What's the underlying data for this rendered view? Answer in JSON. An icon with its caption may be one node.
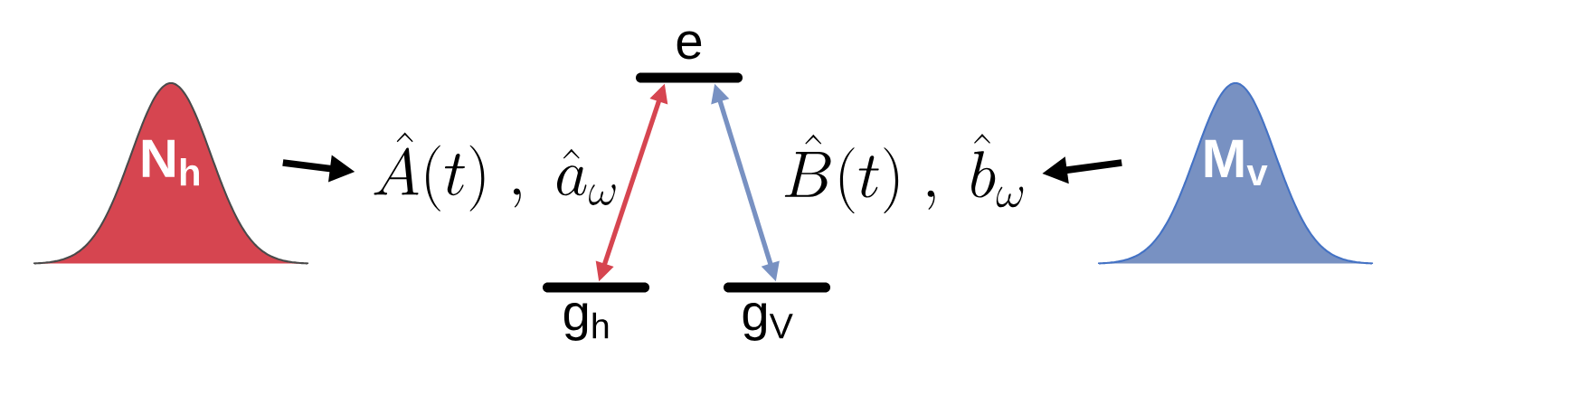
{
  "diagram": {
    "nodes": [
      {
        "text": [
          "N$_{h}$"
        ]
      },
      {
        "text": [
          "e"
        ]
      },
      {
        "text": [
          "\\hat{A}(t)\\ ,\\ \\hat{a}_{\\omega}"
        ]
      },
      {
        "text": [
          "\\hat{B}(t)\\ ,\\ \\hat{b}_{\\omega}"
        ]
      },
      {
        "text": [
          "M$_{v}$"
        ]
      },
      {
        "text": [
          "g$_{h}$"
        ]
      },
      {
        "text": [
          "g$_{V}$"
        ]
      }
    ],
    "edges": [
      {
        "from": 0,
        "to": 2,
        "arrow": "to"
      },
      {
        "from": 4,
        "to": 3,
        "arrow": "to"
      },
      {
        "from": 5,
        "to": 1,
        "arrow": "both",
        "color": "#d64550"
      },
      {
        "from": 6,
        "to": 1,
        "arrow": "both",
        "color": "#7891c2"
      }
    ]
  }
}
